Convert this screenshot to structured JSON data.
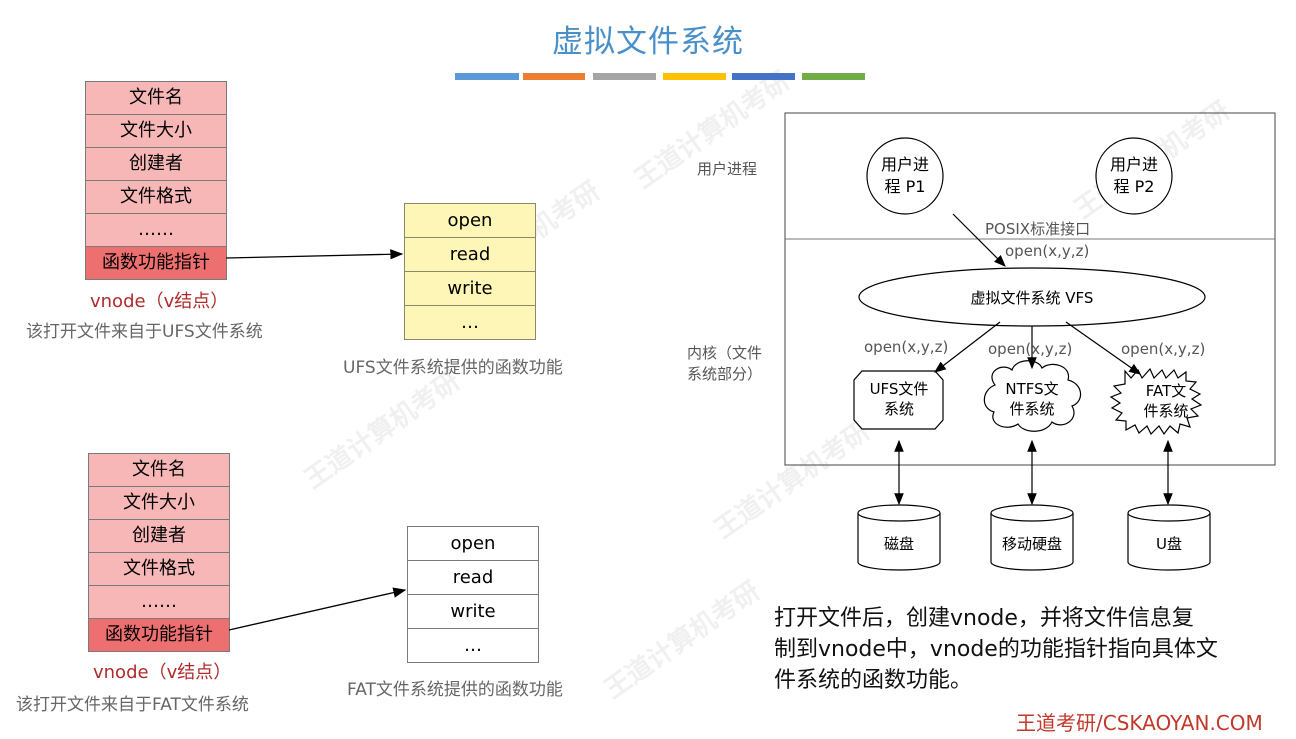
{
  "title": "虚拟文件系统",
  "stripe_colors": [
    "#5b9bd5",
    "#ed7d31",
    "#a5a5a5",
    "#ffc000",
    "#4472c4",
    "#70ad47"
  ],
  "watermark": "王道计算机考研",
  "left_top": {
    "vnode_rows": [
      "文件名",
      "文件大小",
      "创建者",
      "文件格式",
      "……",
      "函数功能指针"
    ],
    "vnode_label": "vnode（v结点）",
    "source_note": "该打开文件来自于UFS文件系统",
    "func_rows": [
      "open",
      "read",
      "write",
      "…"
    ],
    "func_caption": "UFS文件系统提供的函数功能"
  },
  "left_bottom": {
    "vnode_rows": [
      "文件名",
      "文件大小",
      "创建者",
      "文件格式",
      "……",
      "函数功能指针"
    ],
    "vnode_label": "vnode（v结点）",
    "source_note": "该打开文件来自于FAT文件系统",
    "func_rows": [
      "open",
      "read",
      "write",
      "…"
    ],
    "func_caption": "FAT文件系统提供的函数功能"
  },
  "diagram": {
    "user_process_label": "用户进程",
    "kernel_label_line1": "内核（文件",
    "kernel_label_line2": "系统部分）",
    "p1_line1": "用户进",
    "p1_line2": "程 P1",
    "p2_line1": "用户进",
    "p2_line2": "程 P2",
    "posix": "POSIX标准接口",
    "open_call": "open(x,y,z)",
    "vfs": "虚拟文件系统 VFS",
    "ufs_line1": "UFS文件",
    "ufs_line2": "系统",
    "ntfs_line1": "NTFS文",
    "ntfs_line2": "件系统",
    "fat_line1": "FAT文",
    "fat_line2": "件系统",
    "disk1": "磁盘",
    "disk2": "移动硬盘",
    "disk3": "U盘"
  },
  "description_lines": [
    "打开文件后，创建vnode，并将文件信息复",
    "制到vnode中，vnode的功能指针指向具体文",
    "件系统的函数功能。"
  ],
  "footer": "王道考研/CSKAOYAN.COM"
}
